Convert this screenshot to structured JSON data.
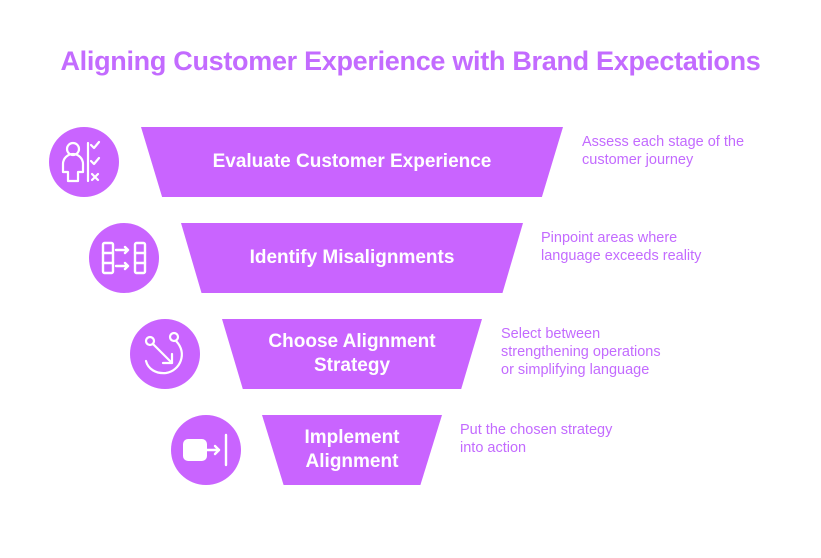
{
  "title": "Aligning Customer Experience with Brand Expectations",
  "accent_color": "#c964ff",
  "text_color": "#c36bff",
  "steps": [
    {
      "label": "Evaluate Customer Experience",
      "description": "Assess each stage of the customer journey",
      "icon": "person-checklist-icon"
    },
    {
      "label": "Identify Misalignments",
      "description": "Pinpoint areas where language exceeds reality",
      "icon": "misalignment-blocks-icon"
    },
    {
      "label": "Choose Alignment Strategy",
      "description": "Select between strengthening operations or simplifying language",
      "icon": "branching-path-icon"
    },
    {
      "label": "Implement Alignment",
      "description": "Put the chosen strategy into action",
      "icon": "arrow-to-bar-icon"
    }
  ]
}
